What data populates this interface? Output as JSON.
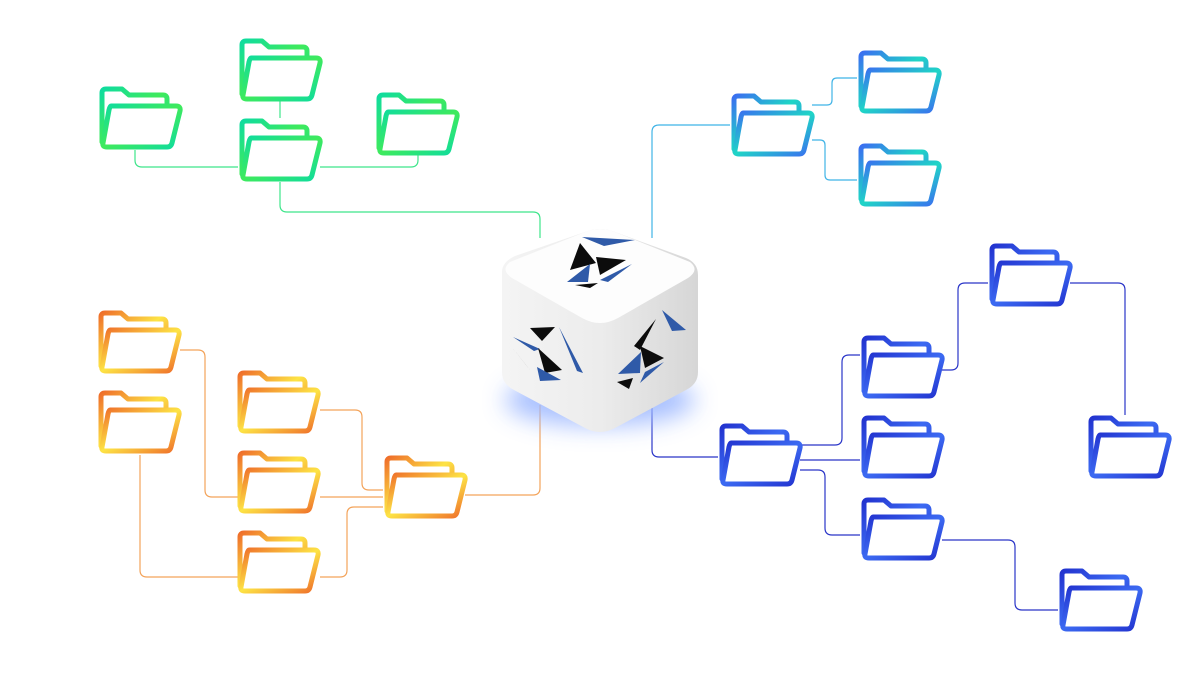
{
  "diagram": {
    "center_icon": "storage-cube-logo-icon",
    "node_icon": "folder-icon",
    "groups": [
      {
        "name": "green",
        "colors": [
          "#0fdc9e",
          "#3fea5c"
        ],
        "line_color": "#3ee58a",
        "folder_count": 4
      },
      {
        "name": "cyan-blue",
        "colors": [
          "#3a6ff0",
          "#1fd6c6"
        ],
        "line_color": "#3fb3e6",
        "folder_count": 3
      },
      {
        "name": "orange",
        "colors": [
          "#ef6f2a",
          "#fde445"
        ],
        "line_color": "#f3a35a",
        "folder_count": 6
      },
      {
        "name": "indigo",
        "colors": [
          "#2233cf",
          "#3c6af2"
        ],
        "line_color": "#2a35c8",
        "folder_count": 7
      }
    ],
    "logo_colors": {
      "dark": "#0c0c0c",
      "blue": "#2f5aa8"
    },
    "glow_color": "#9db8ff"
  }
}
